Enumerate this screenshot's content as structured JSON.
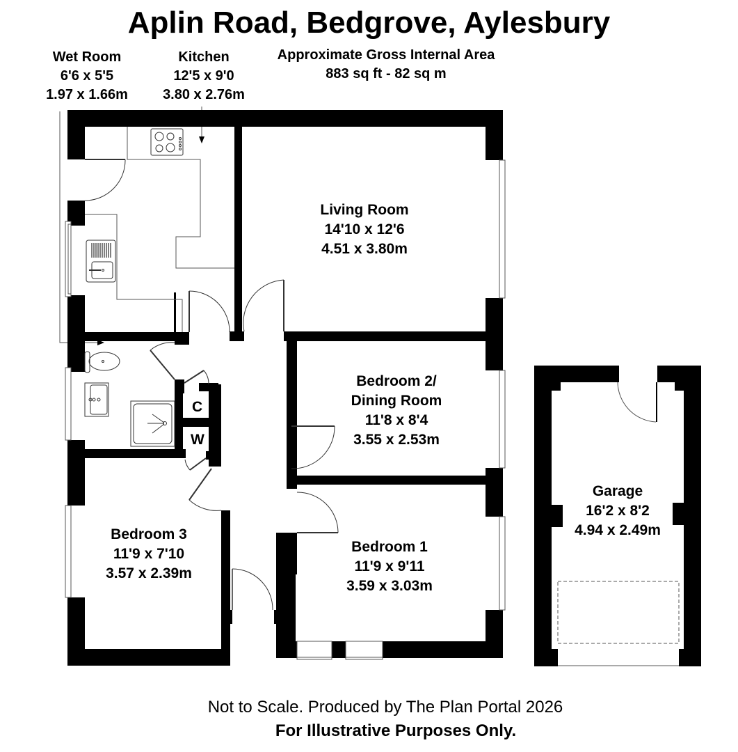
{
  "header": {
    "title": "Aplin Road, Bedgrove, Aylesbury",
    "area_label": "Approximate Gross Internal Area",
    "area_value": "883 sq ft - 82 sq m"
  },
  "rooms": {
    "wet_room": {
      "name": "Wet Room",
      "imperial": "6'6 x 5'5",
      "metric": "1.97 x 1.66m"
    },
    "kitchen": {
      "name": "Kitchen",
      "imperial": "12'5 x 9'0",
      "metric": "3.80 x 2.76m"
    },
    "living_room": {
      "name": "Living Room",
      "imperial": "14'10 x 12'6",
      "metric": "4.51 x 3.80m"
    },
    "bedroom2": {
      "name_line1": "Bedroom 2/",
      "name_line2": "Dining Room",
      "imperial": "11'8 x 8'4",
      "metric": "3.55 x 2.53m"
    },
    "bedroom3": {
      "name": "Bedroom 3",
      "imperial": "11'9 x 7'10",
      "metric": "3.57 x 2.39m"
    },
    "bedroom1": {
      "name": "Bedroom 1",
      "imperial": "11'9 x 9'11",
      "metric": "3.59 x 3.03m"
    },
    "garage": {
      "name": "Garage",
      "imperial": "16'2 x 8'2",
      "metric": "4.94 x 2.49m"
    },
    "cupboard": {
      "name": "C"
    },
    "wardrobe": {
      "name": "W"
    }
  },
  "footer": {
    "line1": "Not to Scale. Produced by The Plan Portal 2026",
    "line2": "For Illustrative Purposes Only."
  },
  "colors": {
    "wall": "#000000",
    "fixture_line": "#555555",
    "background": "#ffffff"
  }
}
